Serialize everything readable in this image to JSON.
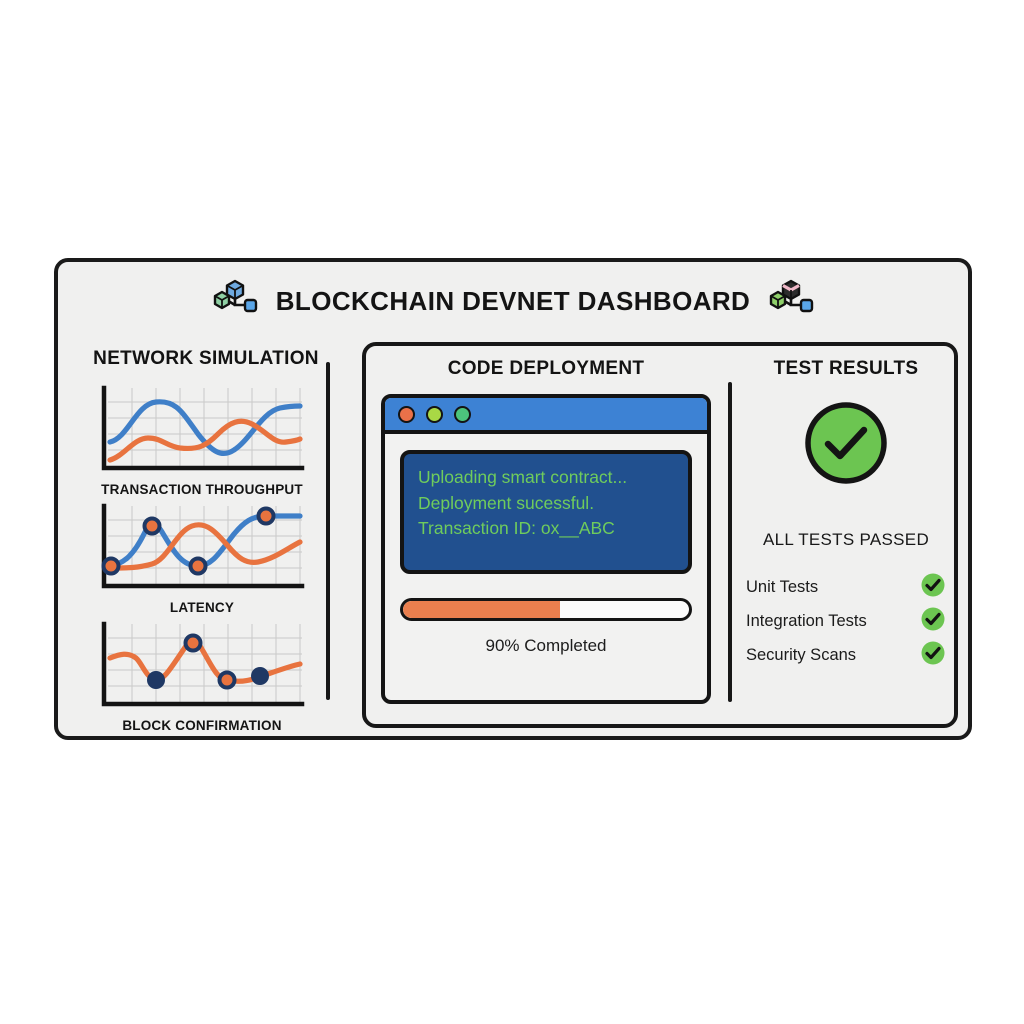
{
  "header": {
    "title": "BLOCKCHAIN DEVNET DASHBOARD",
    "left_icon": "blockchain-node-icon",
    "right_icon": "blockchain-node-icon"
  },
  "network_simulation": {
    "title": "NETWORK SIMULATION",
    "charts": [
      {
        "caption": "TRANSACTION THROUGHPUT"
      },
      {
        "caption": "LATENCY"
      },
      {
        "caption": "BLOCK CONFIRMATION"
      }
    ]
  },
  "code_deployment": {
    "title": "CODE DEPLOYMENT",
    "window": {
      "dots": [
        "close-dot",
        "minimize-dot",
        "maximize-dot"
      ],
      "terminal_lines": [
        "Uploading smart contract...",
        "Deployment sucessful.",
        "Transaction ID: ox__ABC"
      ]
    },
    "progress": {
      "label": "90% Completed",
      "fill_percent": 55
    }
  },
  "test_results": {
    "title": "TEST RESULTS",
    "status_icon": "check-circle-icon",
    "status_text": "ALL TESTS PASSED",
    "items": [
      {
        "label": "Unit Tests",
        "icon": "check-badge-icon"
      },
      {
        "label": "Integration Tests",
        "icon": "check-badge-icon"
      },
      {
        "label": "Security Scans",
        "icon": "check-badge-icon"
      }
    ]
  },
  "chart_data": [
    {
      "type": "line",
      "title": "TRANSACTION THROUGHPUT",
      "xlabel": "",
      "ylabel": "",
      "grid": true,
      "legend": "none",
      "x": [
        0,
        1,
        2,
        3,
        4,
        5,
        6,
        7
      ],
      "xlim": [
        0,
        7
      ],
      "ylim": [
        0,
        10
      ],
      "series": [
        {
          "name": "blue",
          "color": "#3f7fc8",
          "values": [
            3.2,
            6.6,
            7.8,
            7.2,
            3.1,
            1.8,
            4.6,
            7.3
          ]
        },
        {
          "name": "orange",
          "color": "#e8733f",
          "values": [
            0.9,
            3.4,
            3.6,
            3.0,
            4.2,
            5.6,
            4.0,
            3.1
          ]
        }
      ]
    },
    {
      "type": "line",
      "title": "LATENCY",
      "xlabel": "",
      "ylabel": "",
      "grid": true,
      "legend": "none",
      "x": [
        0,
        1,
        2,
        3,
        4,
        5,
        6,
        7
      ],
      "xlim": [
        0,
        7
      ],
      "ylim": [
        0,
        10
      ],
      "markers_on": "blue",
      "series": [
        {
          "name": "blue",
          "color": "#3f7fc8",
          "values": [
            3.1,
            4.0,
            7.4,
            5.0,
            3.0,
            4.2,
            7.6,
            8.6
          ]
        },
        {
          "name": "orange",
          "color": "#e8733f",
          "values": [
            3.0,
            3.1,
            3.6,
            5.6,
            7.3,
            5.4,
            3.9,
            5.1
          ]
        }
      ],
      "markers": [
        {
          "x": 0,
          "y": 3.1
        },
        {
          "x": 2,
          "y": 7.4
        },
        {
          "x": 4,
          "y": 3.0
        },
        {
          "x": 6.4,
          "y": 8.6
        }
      ]
    },
    {
      "type": "line",
      "title": "BLOCK CONFIRMATION",
      "xlabel": "",
      "ylabel": "",
      "grid": true,
      "legend": "none",
      "x": [
        0,
        1,
        2,
        3,
        4,
        5,
        6,
        7
      ],
      "xlim": [
        0,
        7
      ],
      "ylim": [
        0,
        10
      ],
      "series": [
        {
          "name": "orange",
          "color": "#e8733f",
          "values": [
            6.2,
            6.6,
            3.6,
            5.2,
            8.3,
            3.4,
            3.3,
            4.6
          ]
        }
      ],
      "markers": [
        {
          "x": 1.3,
          "y": 3.6
        },
        {
          "x": 3.0,
          "y": 8.3
        },
        {
          "x": 4.6,
          "y": 3.3
        },
        {
          "x": 5.8,
          "y": 3.6
        }
      ]
    }
  ],
  "colors": {
    "frame_border": "#1a1a1a",
    "background": "#f0f0ef",
    "blue_line": "#3f7fc8",
    "orange_line": "#e8733f",
    "titlebar_blue": "#3d82d4",
    "terminal_bg": "#21508f",
    "terminal_text": "#6fcc5c",
    "progress_fill": "#ea7f4e",
    "pass_green": "#6cc551",
    "dot_red": "#ea7149",
    "dot_yellow": "#a9d845",
    "dot_green": "#4cc47c",
    "marker_ring": "#1f3864",
    "marker_fill": "#e8733f"
  }
}
